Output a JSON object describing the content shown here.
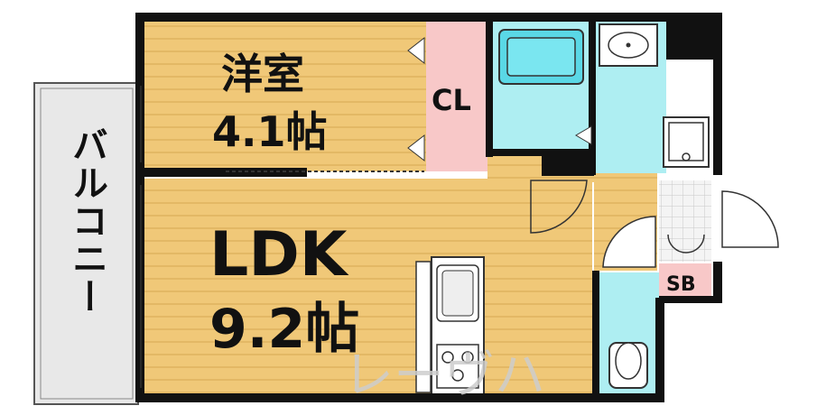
{
  "rooms": {
    "western": {
      "name": "洋室",
      "size": "4.1帖"
    },
    "ldk": {
      "name": "LDK",
      "size": "9.2帖"
    },
    "closet": {
      "label": "CL"
    },
    "shoe_box": {
      "label": "SB"
    },
    "balcony": {
      "label": "バルコニー"
    }
  },
  "watermark": {
    "text": "レーヴハ"
  },
  "colors": {
    "wall": "#111111",
    "wood_floor": "#f0c878",
    "wood_stripe": "#e0b060",
    "wet_area": "#aeeef2",
    "closet_pink": "#f8c8c8",
    "balcony": "#e8e8e8",
    "watermark": "#cccccc"
  },
  "icons": [
    "bathtub-icon",
    "washbasin-icon",
    "washing-machine-pan-icon",
    "toilet-icon",
    "kitchen-sink-icon",
    "stove-icon"
  ]
}
